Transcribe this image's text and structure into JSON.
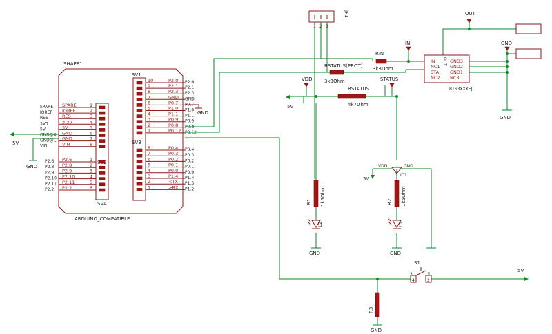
{
  "shield": {
    "name": "SHAPE1",
    "value": "ARDUINO_COMPATIBLE",
    "left_header_pins": [
      "SPARE",
      "IOREF",
      "RES",
      "3.3V",
      "5V",
      "GND",
      "GND",
      "VIN"
    ],
    "left_header_nets": [
      "SPARE",
      "IOREF",
      "RES",
      "3V3",
      "5V",
      "GND@0",
      "GND@1",
      "VIN"
    ],
    "left_header_nums": [
      "1",
      "2",
      "3",
      "4",
      "5",
      "6",
      "7",
      "8"
    ],
    "analog_pins": [
      "P2.6",
      "P2.8",
      "P2.9",
      "P2.10",
      "P2.11",
      "P2.2"
    ],
    "analog_nums": [
      "1",
      "2",
      "3",
      "4",
      "5",
      "6"
    ],
    "sv1_nums": [
      "10",
      "9",
      "8",
      "7",
      "6",
      "5",
      "4",
      "3",
      "2",
      "1"
    ],
    "sv1_pins": [
      "P2.0",
      "P2.1",
      "P2.3",
      "GND",
      "P0.7",
      "P1.0",
      "P1.1",
      "P0.9",
      "P0.8",
      "P0.12"
    ],
    "sv1_gnd_symbol": "GND",
    "sv3_nums": [
      "8",
      "7",
      "6",
      "5",
      "4",
      "3",
      "2",
      "1"
    ],
    "sv3_pins": [
      "P0.4",
      "P0.3",
      "P0.2",
      "P0.1",
      "P0.0",
      "P1.4",
      "<TX",
      ">RX"
    ],
    "sv3_pins_right": [
      "P0.4",
      "P0.3",
      "P0.2",
      "P0.1",
      "P0.0",
      "P1.4",
      "P1.3",
      "P1.2"
    ],
    "sv_labels": [
      "SV1",
      "SV2",
      "SV3",
      "SV4"
    ]
  },
  "rails": {
    "left_5v": "5V",
    "left_gnd": "GND"
  },
  "jp1": {
    "name": "JP1",
    "pins": [
      "1",
      "2",
      "3"
    ]
  },
  "resistors": [
    {
      "name": "RSTATUS(PROT)",
      "value": "3k3Ohm"
    },
    {
      "name": "RIN",
      "value": "3k3Ohm"
    },
    {
      "name": "RSTATUS",
      "value": "4k7Ohm"
    },
    {
      "name": "R1",
      "value": "1k5Ohm"
    },
    {
      "name": "R2",
      "value": "1k5Ohm"
    },
    {
      "name": "R3",
      "value": ""
    }
  ],
  "leds": [
    "L2",
    "L1"
  ],
  "btsic": {
    "left_pins": [
      "IN",
      "NC1",
      "STA",
      "NC2"
    ],
    "right_pins": [
      "GND3",
      "GND2",
      "GND1",
      "NC3"
    ],
    "out_label": "OUT",
    "part_name": "BTS3XXXEJ"
  },
  "supply_labels": {
    "out": "OUT",
    "gnd_top": "GND",
    "in": "IN",
    "vdd": "VDD",
    "status": "STATUS",
    "fivev_mid": "5V",
    "gnd_ic_bottom": "GND",
    "gnd_r1": "GND",
    "gnd_r2": "GND",
    "gnd_r3": "GND",
    "fivev_right": "5V",
    "fivev_ic1": "5V"
  },
  "ic1": {
    "name": "IC1",
    "vdd": "VDD",
    "gnd": "GND"
  },
  "s1": {
    "name": "S1",
    "pins": [
      "3",
      "4",
      "1",
      "2"
    ]
  }
}
